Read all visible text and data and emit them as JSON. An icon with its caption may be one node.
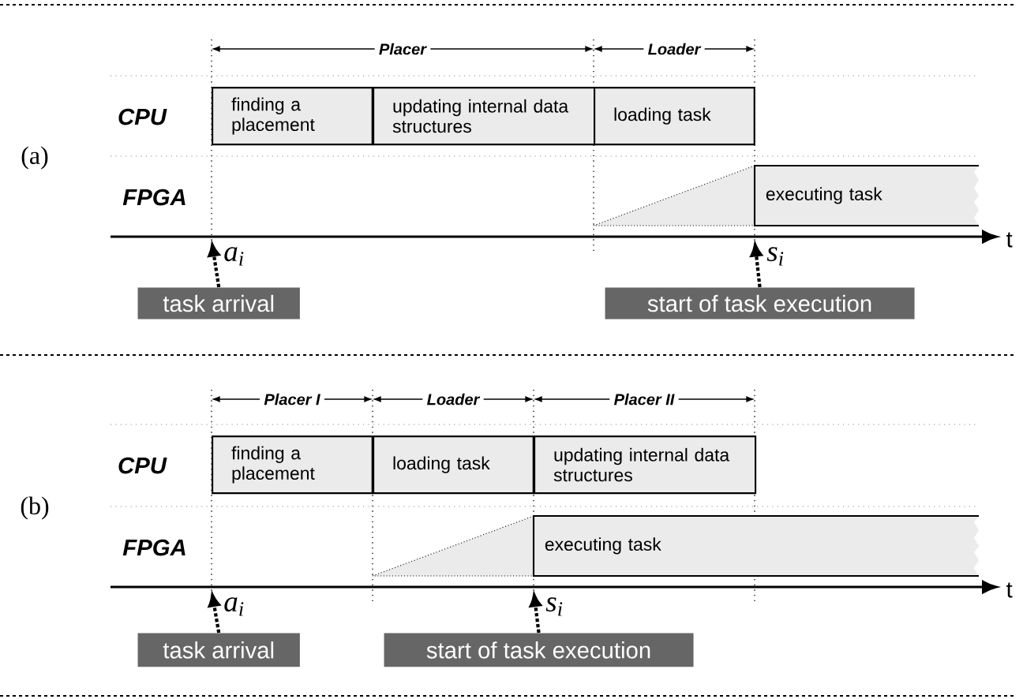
{
  "diagram": {
    "nodes": [
      {
        "text": [
          "finding a placement"
        ]
      },
      {
        "text": [
          "updating internal data structures"
        ]
      },
      {
        "text": [
          "loading task"
        ]
      },
      {
        "text": [
          "executing task"
        ]
      },
      {
        "text": [
          "task arrival"
        ]
      },
      {
        "text": [
          "start of task execution"
        ]
      },
      {
        "text": [
          "finding a placement"
        ]
      },
      {
        "text": [
          "loading task"
        ]
      },
      {
        "text": [
          "updating internal data structures"
        ]
      },
      {
        "text": [
          "executing task"
        ]
      },
      {
        "text": [
          "task arrival"
        ]
      },
      {
        "text": [
          "start of task execution"
        ]
      },
      {
        "text": [
          "a$_{i}$"
        ]
      },
      {
        "text": [
          "s$_{i}$"
        ]
      },
      {
        "text": [
          "a$_{i}$"
        ]
      },
      {
        "text": [
          "s$_{i}$"
        ]
      }
    ],
    "edges": [
      {
        "from": 4,
        "to": 12,
        "arrow": "to"
      },
      {
        "from": 5,
        "to": 13,
        "arrow": "to"
      },
      {
        "from": 10,
        "to": 14,
        "arrow": "to"
      },
      {
        "from": 11,
        "to": 15,
        "arrow": "to"
      }
    ],
    "labels": [
      "Placer",
      "Loader",
      "CPU",
      "(a)",
      "FPGA",
      "t",
      "Placer I",
      "Loader",
      "Placer II",
      "CPU",
      "(b)",
      "FPGA",
      "t"
    ]
  }
}
